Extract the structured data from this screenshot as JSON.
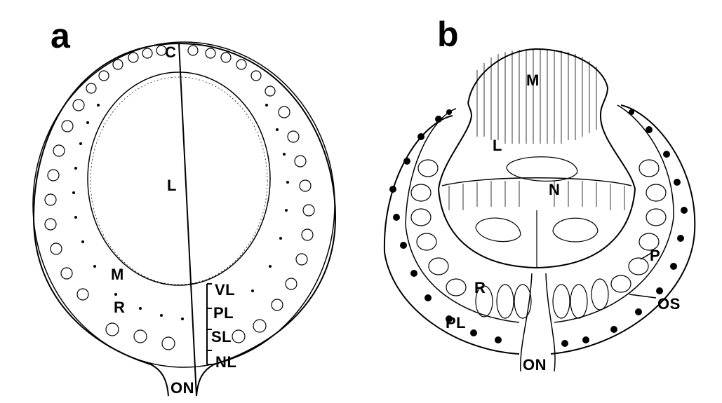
{
  "figure": {
    "panels": [
      {
        "id": "a",
        "panel_label": "a",
        "labels": {
          "C": "C",
          "L": "L",
          "M": "M",
          "R": "R",
          "VL": "VL",
          "PL": "PL",
          "SL": "SL",
          "NL": "NL",
          "ON": "ON"
        }
      },
      {
        "id": "b",
        "panel_label": "b",
        "labels": {
          "M": "M",
          "L": "L",
          "N": "N",
          "P": "P",
          "R": "R",
          "OS": "OS",
          "PL": "PL",
          "ON": "ON"
        }
      }
    ]
  }
}
